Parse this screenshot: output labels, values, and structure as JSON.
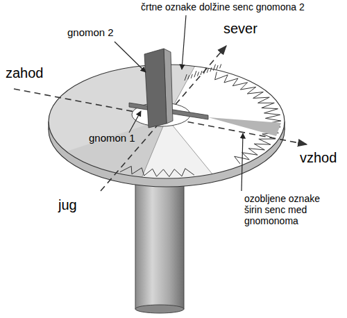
{
  "diagram": {
    "labels": [
      "črtne oznake dolžine senc gnomona 2",
      "gnomon 2",
      "sever",
      "zahod",
      "gnomon 1",
      "vzhod",
      "ozobljene oznake širin senc med gnomonoma",
      "jug"
    ]
  }
}
